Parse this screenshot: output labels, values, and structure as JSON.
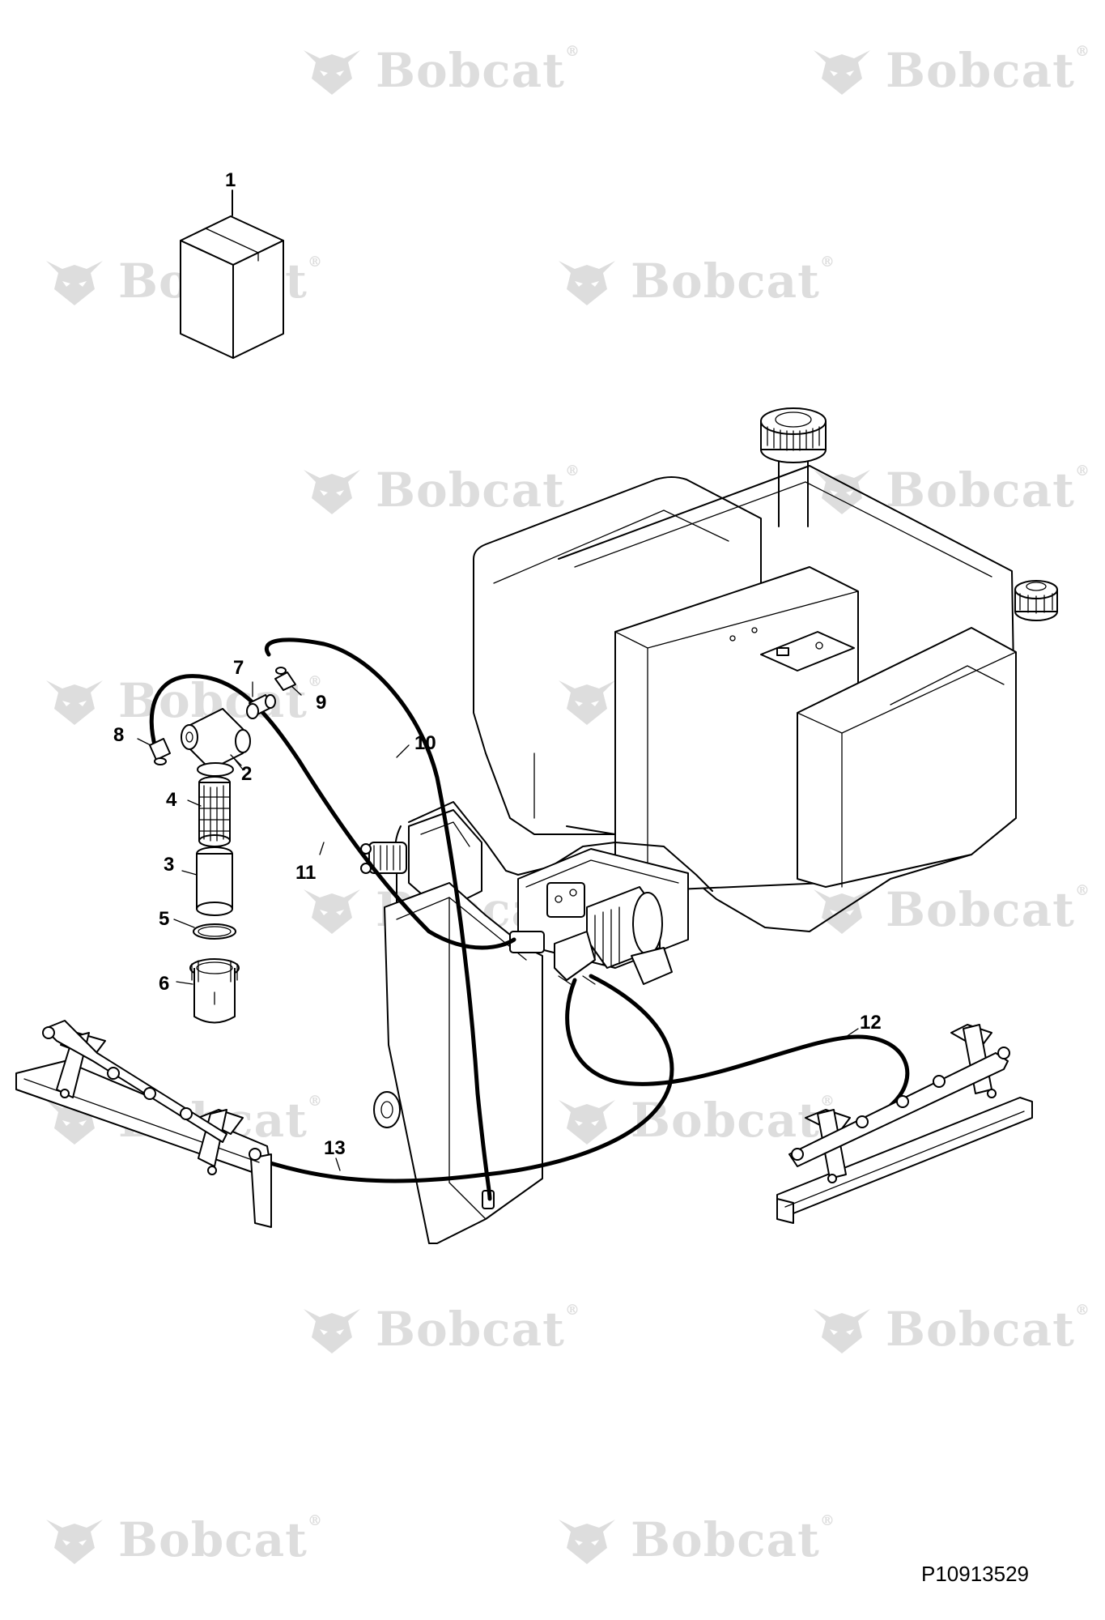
{
  "watermark": {
    "text": "Bobcat",
    "reg_mark": "®",
    "icon": "bobcat-head-logo-icon"
  },
  "callouts": {
    "c1": "1",
    "c2": "2",
    "c3": "3",
    "c4": "4",
    "c5": "5",
    "c6": "6",
    "c7": "7",
    "c8": "8",
    "c9": "9",
    "c10": "10",
    "c11": "11",
    "c12": "12",
    "c13": "13"
  },
  "reference_code": "P10913529"
}
